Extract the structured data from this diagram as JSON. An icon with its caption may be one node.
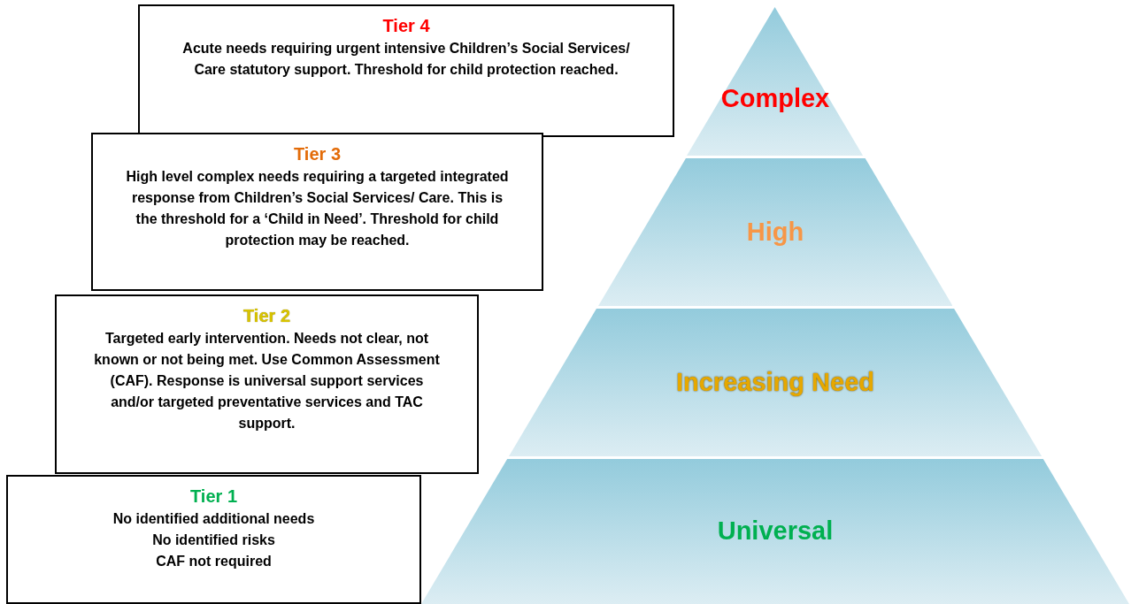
{
  "diagram": {
    "nodes": [
      {
        "text": [
          "Tier 4",
          "Acute needs requiring urgent intensive Children’s Social Services/ Care statutory support. Threshold for child protection reached."
        ]
      },
      {
        "text": [
          "Tier 3",
          "High level complex needs requiring a targeted integrated response from Children’s Social Services/ Care. This is the threshold for a ‘Child in Need’. Threshold for child protection may be reached."
        ]
      },
      {
        "text": [
          "Tier 2",
          "Targeted early intervention. Needs not clear, not known or not being met. Use Common Assessment (CAF). Response is universal support services and/or targeted preventative services and TAC support."
        ]
      },
      {
        "text": [
          "Tier 1",
          "No identified additional needs",
          "No identified risks",
          "CAF not required"
        ]
      },
      {
        "text": [
          "Complex"
        ]
      },
      {
        "text": [
          "High"
        ]
      },
      {
        "text": [
          "Increasing Need"
        ]
      },
      {
        "text": [
          "Universal"
        ]
      }
    ]
  }
}
